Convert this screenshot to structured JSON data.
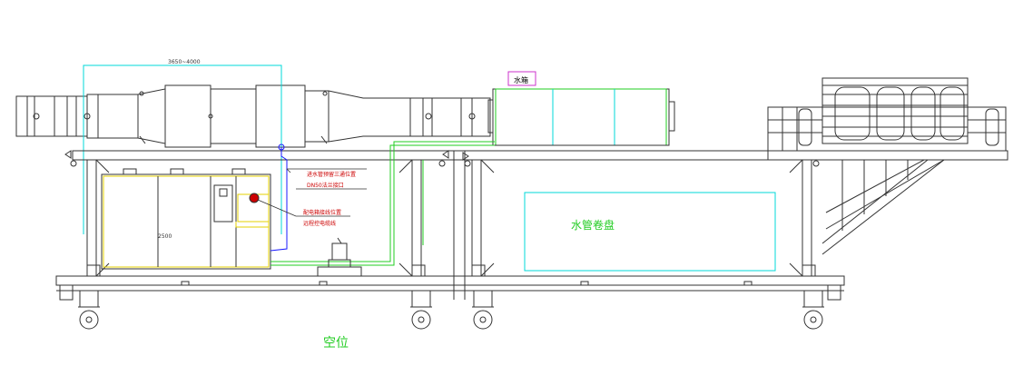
{
  "dimension_top": "3650~4000",
  "dimension_mid": "2500",
  "tank_label": "水箱",
  "note_pipe_line1": "进水管预留三通位置",
  "note_pipe_line2": "DN50法兰接口",
  "note_power_line1": "配电箱接线位置",
  "note_power_line2": "远程控电缆线",
  "reel_label": "水管卷盘",
  "empty_label": "空位",
  "colors": {
    "line": "#333333",
    "cyan": "#00d8d8",
    "green": "#22cc22",
    "blue": "#1a1aff",
    "yellow": "#e6d000",
    "magenta": "#cc33cc",
    "red": "#cc0000"
  }
}
